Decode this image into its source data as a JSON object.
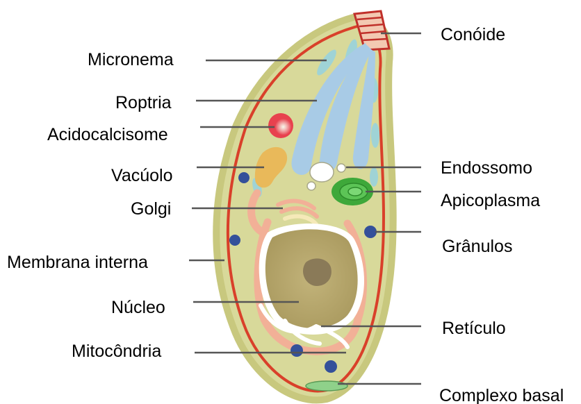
{
  "labels": {
    "conoide": "Conóide",
    "micronema": "Micronema",
    "roptria": "Roptria",
    "acidocalcisome": "Acidocalcisome",
    "vacuolo": "Vacúolo",
    "endossomo": "Endossomo",
    "golgi": "Golgi",
    "apicoplasma": "Apicoplasma",
    "granulos": "Grânulos",
    "membrana_interna": "Membrana interna",
    "nucleo": "Núcleo",
    "reticulo": "Retículo",
    "mitocondria": "Mitocôndria",
    "complexo_basal": "Complexo basal"
  },
  "colors": {
    "cytoplasm": "#d8d99a",
    "outer_membrane": "#c8c87e",
    "inner_membrane": "#d9402a",
    "micronemes": "#9fd3d6",
    "rhoptries": "#a8cbe6",
    "acidocalcisome": "#e8414e",
    "vacuole": "#e9b95a",
    "endosome": "#ffffff",
    "apicoplast": "#3ea83a",
    "granules": "#34509a",
    "golgi_er": "#f2b097",
    "nucleus": "#b8a96a",
    "nucleolus": "#8a7a58",
    "basal_complex": "#8fd18a",
    "leader_lines": "#555555"
  }
}
